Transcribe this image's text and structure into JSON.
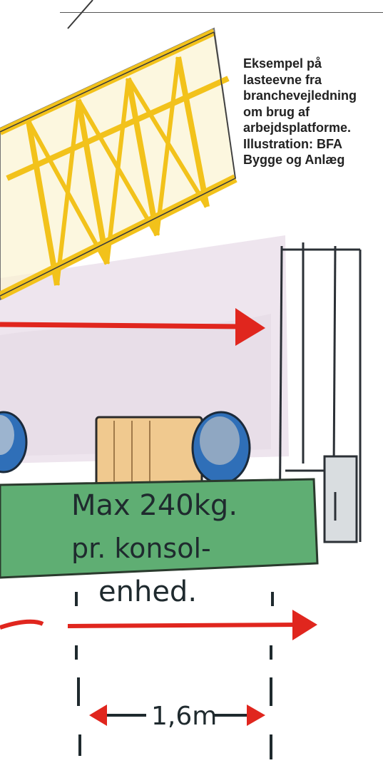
{
  "caption": "Eksempel på\nlasteevne fra\nbranchevejledning\nom brug af\narbejdsplatforme.\nIllustration: BFA\nBygge og Anlæg",
  "illustration": {
    "sign_line1": "Max 240kg.",
    "sign_line2": "pr. konsol-",
    "sign_line3": "enhed.",
    "dimension": "1,6m"
  },
  "colors": {
    "lattice": "#f2c21b",
    "wall": "#e8dde8",
    "platform": "#5fae73",
    "arrow": "#e0261e",
    "drum": "#2f6fb8",
    "box": "#f0c98f"
  }
}
